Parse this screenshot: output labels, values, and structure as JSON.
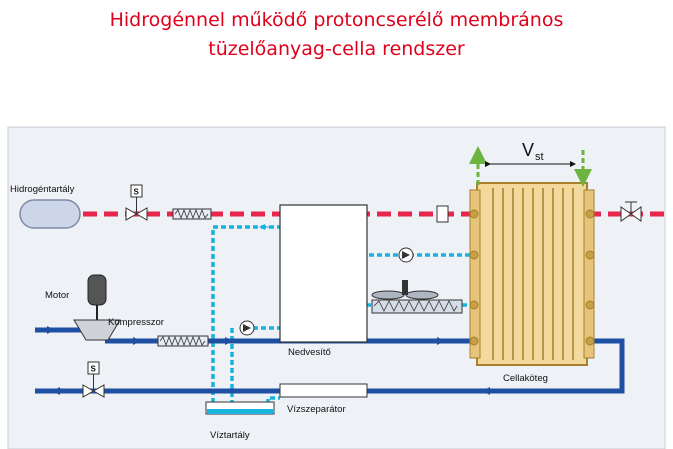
{
  "title_line1": "Hidrogénnel működő protoncserélő membrános",
  "title_line2": "tüzelőanyag-cella rendszer",
  "labels": {
    "hydrogen_tank": "Hidrogéntartály",
    "motor": "Motor",
    "compressor": "Kompresszor",
    "humidifier": "Nedvesítő",
    "cell_stack": "Cellaköteg",
    "water_separator": "Vízszeparátor",
    "water_tank": "Víztartály",
    "valve_s": "S",
    "v": "V",
    "v_sub": "st"
  },
  "colors": {
    "title": "#e0001b",
    "hydrogen_line": "#e8254a",
    "air_line": "#1f4fa3",
    "water_line": "#19b3e0",
    "stack_fill": "#f3d99b",
    "stack_stroke": "#a7802d",
    "stack_vent": "#6cb33f",
    "panel": "#eef1f6"
  }
}
